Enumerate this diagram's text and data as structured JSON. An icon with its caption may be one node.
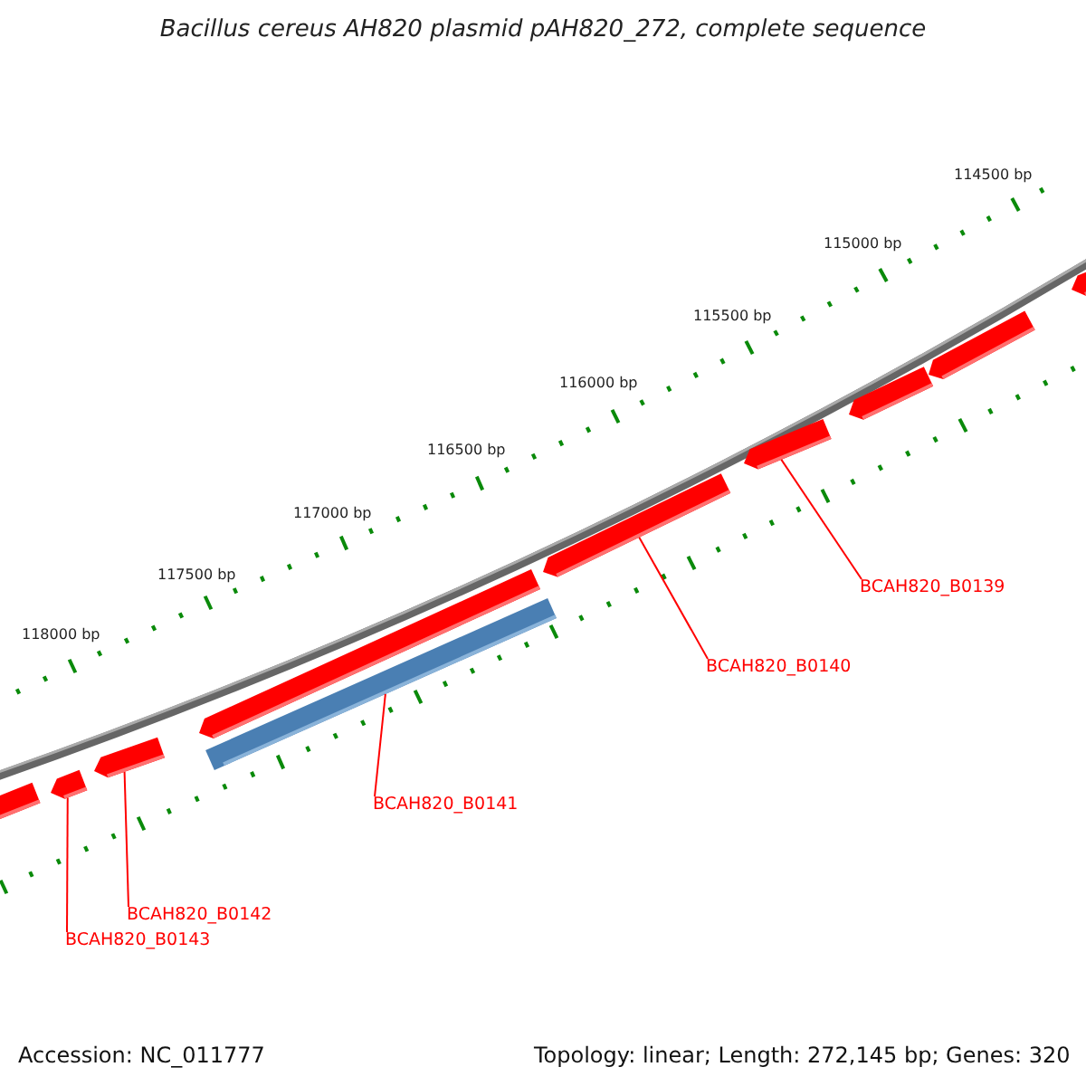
{
  "diagram": {
    "title": "Bacillus cereus AH820 plasmid pAH820_272, complete sequence",
    "nodes": [
      {
        "text": [
          "BCAH820_B0139"
        ]
      },
      {
        "text": [
          "BCAH820_B0140"
        ]
      },
      {
        "text": [
          "BCAH820_B0141"
        ]
      },
      {
        "text": [
          "BCAH820_B0142"
        ]
      },
      {
        "text": [
          "BCAH820_B0143"
        ]
      },
      {
        "text": [],
        "shape": "pentagon"
      },
      {
        "text": [],
        "shape": "pentagon"
      },
      {
        "text": [],
        "shape": "pentagon"
      },
      {
        "text": [],
        "shape": "pentagon"
      },
      {
        "text": [],
        "shape": "bar"
      },
      {
        "text": [],
        "shape": "pentagon"
      },
      {
        "text": [],
        "shape": "pentagon"
      },
      {
        "text": [],
        "shape": "pentagon"
      },
      {
        "text": [],
        "shape": "pentagon"
      },
      {
        "text": [],
        "shape": "pentagon"
      }
    ],
    "edges": [
      {
        "from": 0,
        "to": 11,
        "arrow": "none"
      },
      {
        "from": 1,
        "to": 10,
        "arrow": "none"
      },
      {
        "from": 2,
        "to": 9,
        "arrow": "none"
      },
      {
        "from": 3,
        "to": 7,
        "arrow": "none"
      },
      {
        "from": 4,
        "to": 6,
        "arrow": "none"
      }
    ],
    "labels": [
      "114500 bp",
      "115000 bp",
      "115500 bp",
      "116000 bp",
      "116500 bp",
      "117000 bp",
      "117500 bp",
      "118000 bp",
      "Accession: NC_011777",
      "Topology: linear; Length: 272,145 bp; Genes: 320"
    ]
  }
}
